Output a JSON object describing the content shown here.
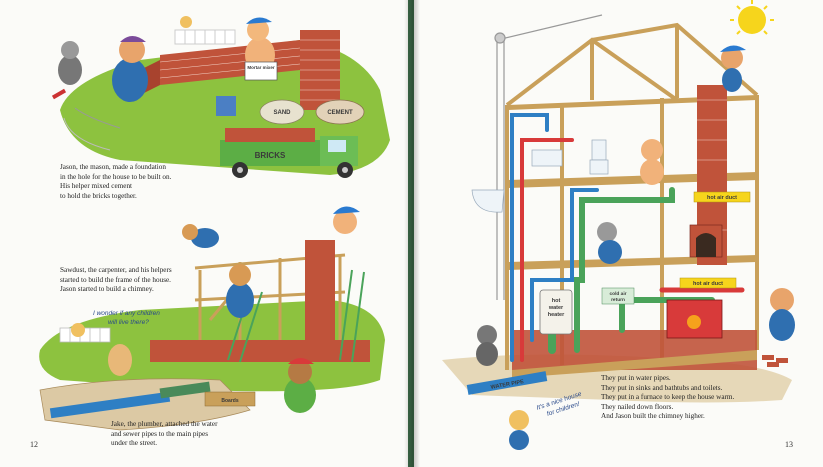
{
  "left_page": {
    "page_number": "12",
    "captions": {
      "mason": [
        "Jason, the mason, made a foundation",
        "in the hole for the house to be built on.",
        "His helper mixed cement",
        "to hold the bricks together."
      ],
      "carpenter": [
        "Sawdust, the carpenter, and his helpers",
        "started to build the frame of the house.",
        "Jason started to build a chimney."
      ],
      "plumber": [
        "Jake, the plumber, attached the water",
        "and sewer pipes to the main pipes",
        "under the street."
      ]
    },
    "illustration_labels": {
      "mortar_sign": "Mortar mixer",
      "sand_bag": "SAND",
      "cement_bag": "CEMENT",
      "truck_side": "BRICKS",
      "speech": [
        "I wonder if any children",
        "will live there?"
      ],
      "boards": "Boards"
    }
  },
  "right_page": {
    "page_number": "13",
    "caption": [
      "They put in water pipes.",
      "They put in sinks and bathtubs and toilets.",
      "They put in a furnace to keep the house warm.",
      "They nailed down floors.",
      "And Jason built the chimney higher."
    ],
    "illustration_labels": {
      "hot_water_heater": [
        "hot",
        "water",
        "heater"
      ],
      "hot_air_duct_upper": "hot air duct",
      "hot_air_duct_lower": "hot air duct",
      "cold_air_return": [
        "cold air",
        "return"
      ],
      "pipes_ground": "WATER PIPE",
      "speech": [
        "It's a nice house",
        "for children!"
      ]
    }
  },
  "colors": {
    "grass": "#8dc23f",
    "brick": "#c0533a",
    "wood": "#c9a05a",
    "water_pipe_blue": "#2e7fc4",
    "pipe_red": "#d83a3a",
    "pipe_green": "#4aa35a",
    "sun": "#f6d51c",
    "cover": "#2f5a3b"
  }
}
